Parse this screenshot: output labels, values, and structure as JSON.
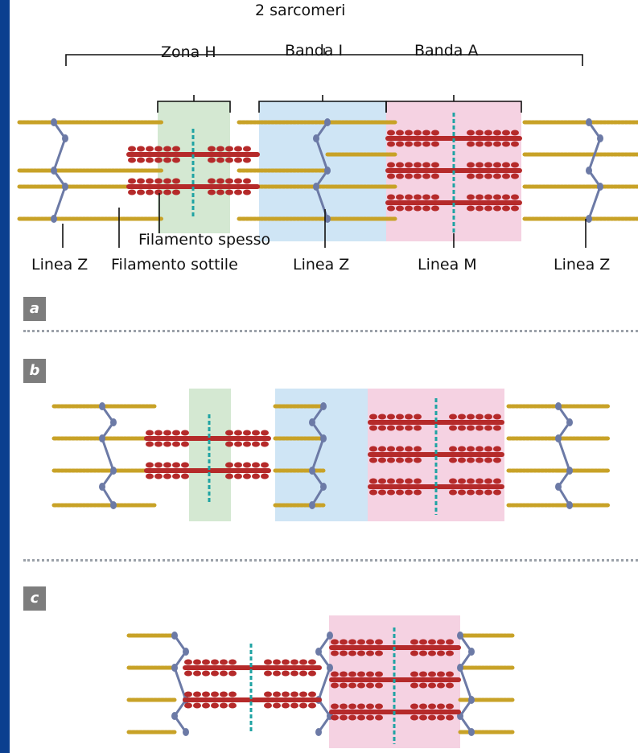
{
  "panels": {
    "a": {
      "letter": "a",
      "top_label": "2 sarcomeri",
      "brackets": {
        "h_zone": "Zona H",
        "i_band": "Banda I",
        "a_band": "Banda A"
      },
      "bottom": {
        "z_left": "Linea Z",
        "thin": "Filamento sottile",
        "thick": "Filamento spesso",
        "z_mid": "Linea Z",
        "m_line": "Linea M",
        "z_right": "Linea Z"
      }
    },
    "b": {
      "letter": "b"
    },
    "c": {
      "letter": "c"
    }
  },
  "colors": {
    "frame_blue": "#0b3f8f",
    "actin": "#c8a227",
    "myosin": "#b52a2a",
    "z_disc": "#6c7aa6",
    "m_line": "#1fa3a3",
    "h_zone": "#d4e8d2",
    "i_band": "#cfe5f5",
    "a_band": "#f5d2e2"
  }
}
